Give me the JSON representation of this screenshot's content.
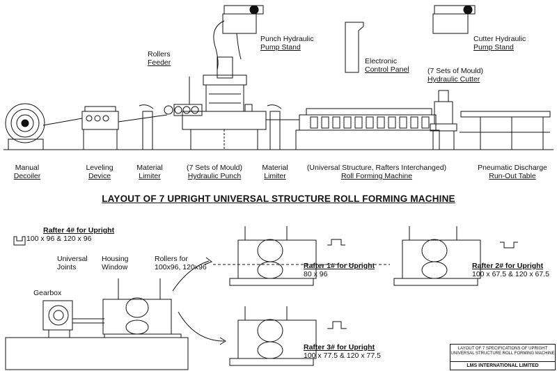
{
  "layout_labels": {
    "manual_decoiler": [
      "Manual",
      "Decoiler"
    ],
    "leveling_device": [
      "Leveling",
      "Device"
    ],
    "material_limiter_1": [
      "Material",
      "Limiter"
    ],
    "hydraulic_punch": [
      "(7 Sets of Mould)",
      "Hydraulic Punch"
    ],
    "material_limiter_2": [
      "Material",
      "Limiter"
    ],
    "roll_forming_machine": [
      "(Universal Structure, Rafters Interchanged)",
      "Roll Forming Machine"
    ],
    "run_out_table": [
      "Pneumatic Discharge",
      "Run-Out Table"
    ],
    "rollers_feeder": [
      "Rollers",
      "Feeder"
    ],
    "punch_pump": [
      "Punch Hydraulic",
      "Pump Stand"
    ],
    "control_panel": [
      "Electronic",
      "Control Panel"
    ],
    "hydraulic_cutter": [
      "(7 Sets of Mould)",
      "Hydraulic Cutter"
    ],
    "cutter_pump": [
      "Cutter Hydraulic",
      "Pump Stand"
    ]
  },
  "title": "LAYOUT OF 7 UPRIGHT UNIVERSAL STRUCTURE ROLL FORMING MACHINE",
  "detail_labels": {
    "gearbox": "Gearbox",
    "universal_joints": [
      "Universal",
      "Joints"
    ],
    "housing_window": [
      "Housing",
      "Window"
    ],
    "rollers_for": [
      "Rollers for",
      "100x96, 120x96"
    ]
  },
  "rafters": [
    {
      "name": "Rafter 4# for Upright",
      "dims": "100 x 96 & 120 x 96"
    },
    {
      "name": "Rafter 1# for Upright",
      "dims": "80 x 96"
    },
    {
      "name": "Rafter 2# for Upright",
      "dims": "100 x 67.5 & 120 x 67.5"
    },
    {
      "name": "Rafter 3# for Upright",
      "dims": "100 x 77.5 & 120 x 77.5"
    }
  ],
  "title_block": {
    "line1": "LAYOUT OF 7 SPECIFICATIONS OF UPRIGHT",
    "line2": "UNIVERSAL STRUCTURE ROLL FORMING MACHINE",
    "company": "LMS INTERNATIONAL LIMITED"
  }
}
